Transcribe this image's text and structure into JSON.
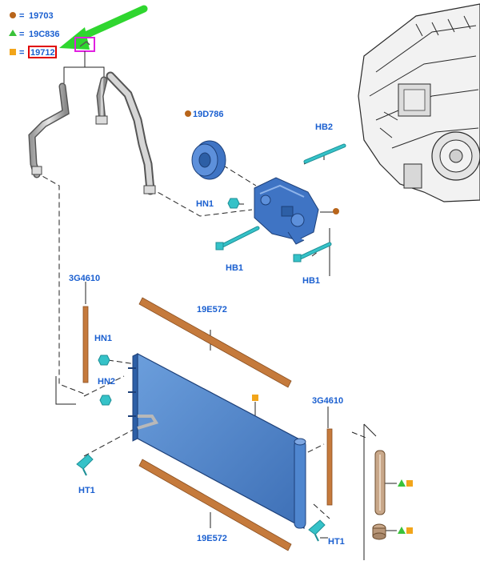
{
  "colors": {
    "label_blue": "#1a5fd0",
    "circle_marker": "#b8651b",
    "triangle_marker": "#3ac23a",
    "square_marker": "#f2a51a",
    "highlight_red": "#e00000",
    "highlight_magenta": "#e020e0",
    "arrow_green": "#2fd62f",
    "part_blue": "#4f86cf",
    "insulator_tan": "#c57a3c",
    "bolt_teal": "#35c2c8"
  },
  "legend": [
    {
      "marker": "circle",
      "code": "19703"
    },
    {
      "marker": "triangle",
      "code": "19C836"
    },
    {
      "marker": "square",
      "code": "19712"
    }
  ],
  "legend_separator": "=",
  "labels": {
    "clutch": "19D786",
    "bolt_hb2": "HB2",
    "nut_hn1_top": "HN1",
    "bolt_hb1_left": "HB1",
    "bolt_hb1_right": "HB1",
    "seal_3g4610_left": "3G4610",
    "seal_19e572_top": "19E572",
    "nut_hn1_mid": "HN1",
    "nut_hn2": "HN2",
    "seal_3g4610_right": "3G4610",
    "ht1_left": "HT1",
    "ht1_right": "HT1",
    "seal_19e572_bottom": "19E572"
  }
}
